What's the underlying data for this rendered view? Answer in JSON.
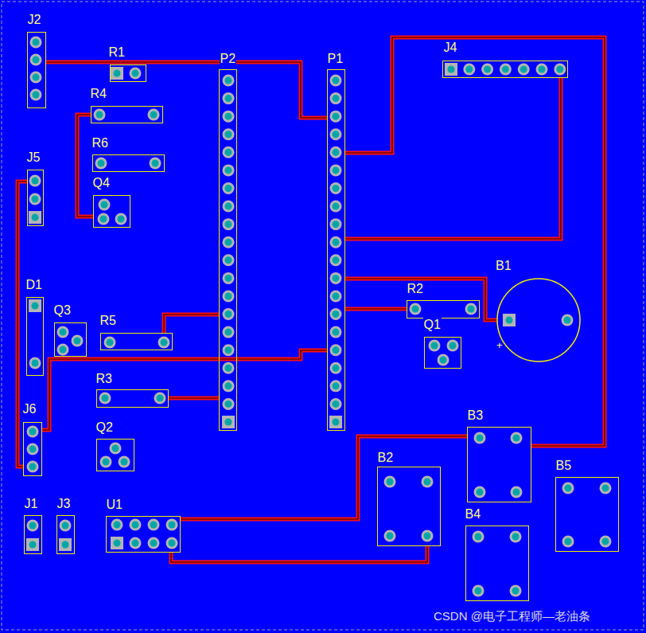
{
  "diagram": {
    "nodes": [
      {
        "text": [
          "J2"
        ]
      },
      {
        "text": [
          "J4"
        ]
      },
      {
        "text": [
          "R1"
        ]
      },
      {
        "text": [
          "P2"
        ]
      },
      {
        "text": [
          "P1"
        ]
      },
      {
        "text": [
          "R4"
        ]
      },
      {
        "text": [
          "R6"
        ]
      },
      {
        "text": [
          "J5"
        ]
      },
      {
        "text": [
          "Q4"
        ]
      },
      {
        "text": [
          "B1"
        ]
      },
      {
        "text": [
          "D1"
        ]
      },
      {
        "text": [
          "R2"
        ]
      },
      {
        "text": [
          "Q3"
        ]
      },
      {
        "text": [
          "R5"
        ]
      },
      {
        "text": [
          "Q1"
        ]
      },
      {
        "text": [
          "R3"
        ]
      },
      {
        "text": [
          "J6"
        ]
      },
      {
        "text": [
          "B3"
        ]
      },
      {
        "text": [
          "Q2"
        ]
      },
      {
        "text": [
          "B2"
        ]
      },
      {
        "text": [
          "B5"
        ]
      },
      {
        "text": [
          "J1"
        ]
      },
      {
        "text": [
          "J3"
        ]
      },
      {
        "text": [
          "U1"
        ]
      },
      {
        "text": [
          "B4"
        ]
      }
    ],
    "edges": [
      {
        "from": 0,
        "to": 4,
        "arrow": "none"
      },
      {
        "from": 4,
        "to": 17,
        "arrow": "none"
      },
      {
        "from": 4,
        "to": 1,
        "arrow": "none"
      },
      {
        "from": 4,
        "to": 9,
        "arrow": "none"
      },
      {
        "from": 4,
        "to": 11,
        "arrow": "none"
      },
      {
        "from": 13,
        "to": 3,
        "arrow": "none"
      },
      {
        "from": 15,
        "to": 3,
        "arrow": "none"
      },
      {
        "from": 8,
        "to": 5,
        "arrow": "none"
      },
      {
        "from": 7,
        "to": 16,
        "arrow": "none"
      },
      {
        "from": 16,
        "to": 4,
        "arrow": "none"
      },
      {
        "from": 23,
        "to": 17,
        "arrow": "none"
      },
      {
        "from": 23,
        "to": 19,
        "arrow": "none"
      }
    ],
    "labels": [
      "+",
      "CSDN @电子工程师—老油条"
    ]
  }
}
